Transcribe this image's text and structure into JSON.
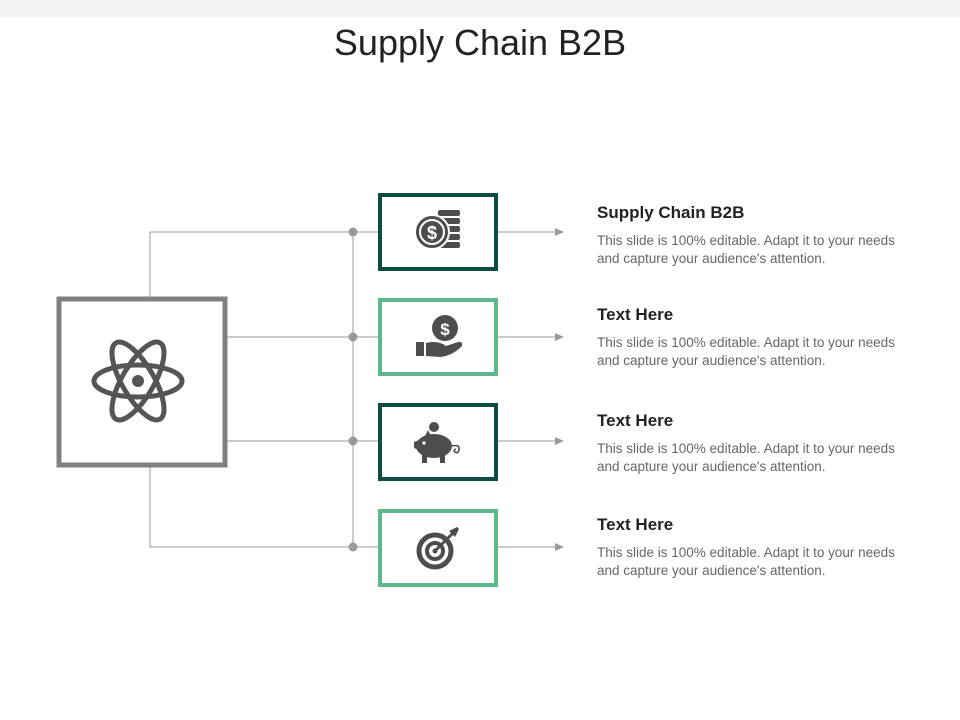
{
  "slide": {
    "title": "Supply Chain B2B"
  },
  "colors": {
    "dark_green": "#0f4d44",
    "light_green": "#5cb88a",
    "gray": "#808080",
    "icon": "#4d4d4d"
  },
  "center": {
    "icon": "atom-icon"
  },
  "items": [
    {
      "heading": "Supply Chain B2B",
      "description": "This slide is 100% editable. Adapt it to your needs and capture your audience's attention.",
      "icon": "coins-dollar-icon",
      "frame_color": "dark_green"
    },
    {
      "heading": "Text Here",
      "description": "This slide is 100% editable. Adapt it to your needs and capture your audience's attention.",
      "icon": "hand-dollar-icon",
      "frame_color": "light_green"
    },
    {
      "heading": "Text Here",
      "description": "This slide is 100% editable. Adapt it to your needs and capture your audience's attention.",
      "icon": "piggy-bank-icon",
      "frame_color": "dark_green"
    },
    {
      "heading": "Text Here",
      "description": "This slide is 100% editable. Adapt it to your needs and capture your audience's attention.",
      "icon": "target-icon",
      "frame_color": "light_green"
    }
  ]
}
